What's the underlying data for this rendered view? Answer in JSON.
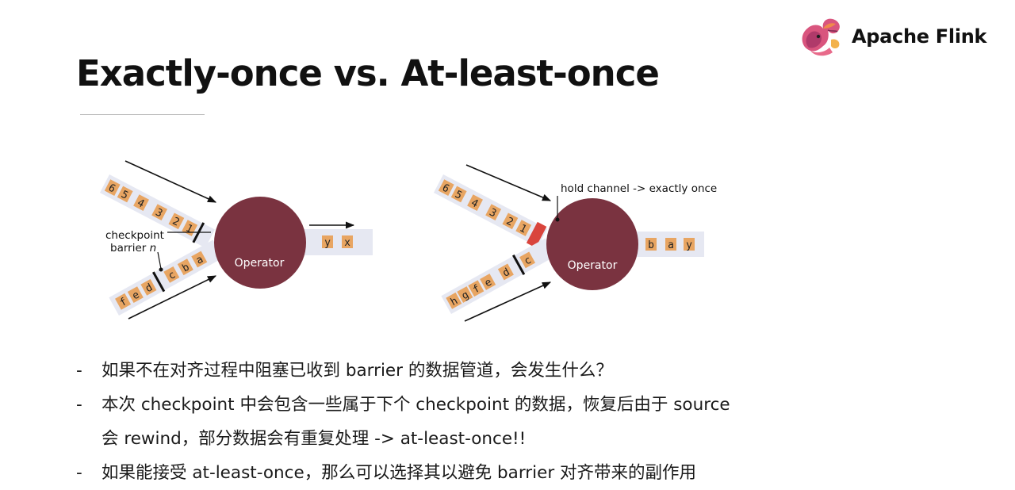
{
  "slide": {
    "title": "Exactly-once vs. At-least-once",
    "brand": "Apache Flink",
    "logo_icon": "squirrel-logo-icon"
  },
  "diagram_left": {
    "top_channel": [
      "6",
      "5",
      "4",
      "3",
      "2",
      "1"
    ],
    "bottom_channel": [
      "f",
      "e",
      "d",
      "c",
      "b",
      "a"
    ],
    "output_channel": [
      "y",
      "x"
    ],
    "operator_label": "Operator",
    "annotation_line1": "checkpoint",
    "annotation_line2": "barrier ",
    "annotation_italic": "n"
  },
  "diagram_right": {
    "top_channel": [
      "6",
      "5",
      "4",
      "3",
      "2",
      "1"
    ],
    "bottom_channel": [
      "h",
      "g",
      "f",
      "e",
      "d",
      "c"
    ],
    "output_channel": [
      "b",
      "a",
      "y"
    ],
    "operator_label": "Operator",
    "annotation": "hold channel -> exactly once"
  },
  "colors": {
    "operator": "#7a3340",
    "element": "#e8a562",
    "channel": "#e6e8f2",
    "held_barrier": "#d9443c"
  },
  "bullets": [
    {
      "dash": "-",
      "text": "如果不在对齐过程中阻塞已收到 barrier 的数据管道，会发生什么？"
    },
    {
      "dash": "-",
      "text": "本次 checkpoint 中会包含一些属于下个 checkpoint 的数据，恢复后由于 source",
      "continuation": "会 rewind，部分数据会有重复处理 -> at-least-once!!"
    },
    {
      "dash": "-",
      "text": "如果能接受 at-least-once，那么可以选择其以避免 barrier 对齐带来的副作用"
    }
  ]
}
